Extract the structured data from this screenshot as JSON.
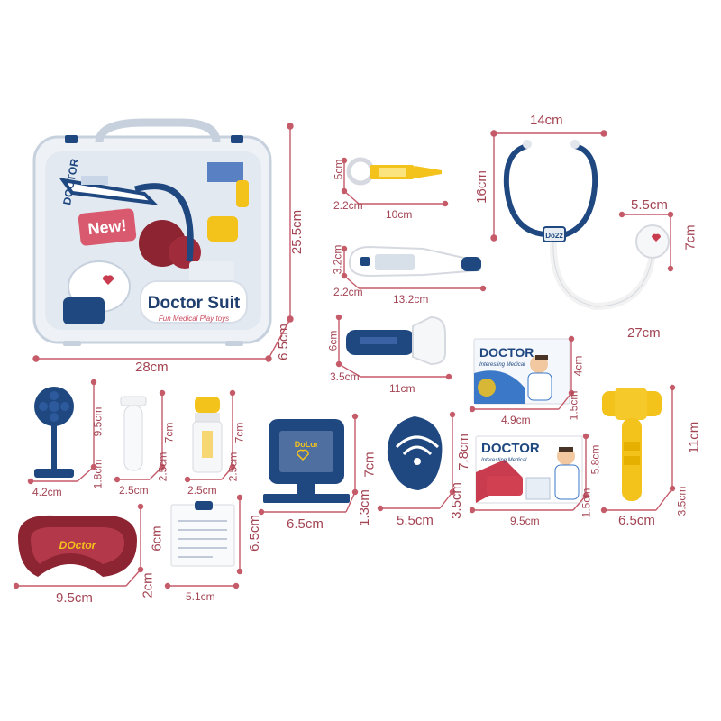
{
  "case": {
    "title": "Doctor Suit",
    "subtitle": "Fun Medical Play toys",
    "badge": "New!",
    "logo": "DOCTOR"
  },
  "cards": {
    "doctor_card_small_title": "DOCTOR",
    "doctor_card_small_subtitle": "Interesting Medical",
    "doctor_card_large_title": "DOCTOR",
    "doctor_card_large_subtitle": "Interesting Medical"
  },
  "toys": {
    "stethoscope_tag": "Do22",
    "monitor_tag": "DoLor",
    "tray_text": "DOctor"
  },
  "dimensions": {
    "case_width": "28cm",
    "case_height": "25.5cm",
    "case_depth": "6.5cm",
    "syringe_height": "5cm",
    "syringe_depth": "2.2cm",
    "syringe_length": "10cm",
    "thermometer_height": "3.2cm",
    "thermometer_depth": "2.2cm",
    "thermometer_length": "13.2cm",
    "otoscope_height": "6cm",
    "otoscope_depth": "3.5cm",
    "otoscope_length": "11cm",
    "stethoscope_width": "14cm",
    "stethoscope_height": "16cm",
    "stethoscope_chest_width": "5.5cm",
    "stethoscope_chest_height": "7cm",
    "stethoscope_length": "27cm",
    "card_small_height": "4cm",
    "card_small_depth": "1.5cm",
    "card_small_width": "4.9cm",
    "hammer_height": "11cm",
    "hammer_depth": "3.5cm",
    "hammer_width": "6.5cm",
    "mirror_height": "9.5cm",
    "mirror_depth": "1.8cm",
    "mirror_width": "4.2cm",
    "tube_height": "7cm",
    "tube_depth": "2.5cm",
    "tube_width": "2.5cm",
    "bottle_height": "7cm",
    "bottle_depth": "2.5cm",
    "bottle_width": "2.5cm",
    "monitor_height": "7cm",
    "monitor_depth": "1.3cm",
    "monitor_width": "6.5cm",
    "ultrasound_height": "7.8cm",
    "ultrasound_depth": "3.5cm",
    "ultrasound_width": "5.5cm",
    "card_large_height": "5.8cm",
    "card_large_depth": "1.5cm",
    "card_large_width": "9.5cm",
    "tray_height": "6cm",
    "tray_depth": "2cm",
    "tray_width": "9.5cm",
    "clipboard_height": "6.5cm",
    "clipboard_width": "5.1cm"
  },
  "colors": {
    "dimension": "#a34453",
    "navy": "#1f4780",
    "yellow": "#f3c21b",
    "maroon": "#8c2431"
  }
}
